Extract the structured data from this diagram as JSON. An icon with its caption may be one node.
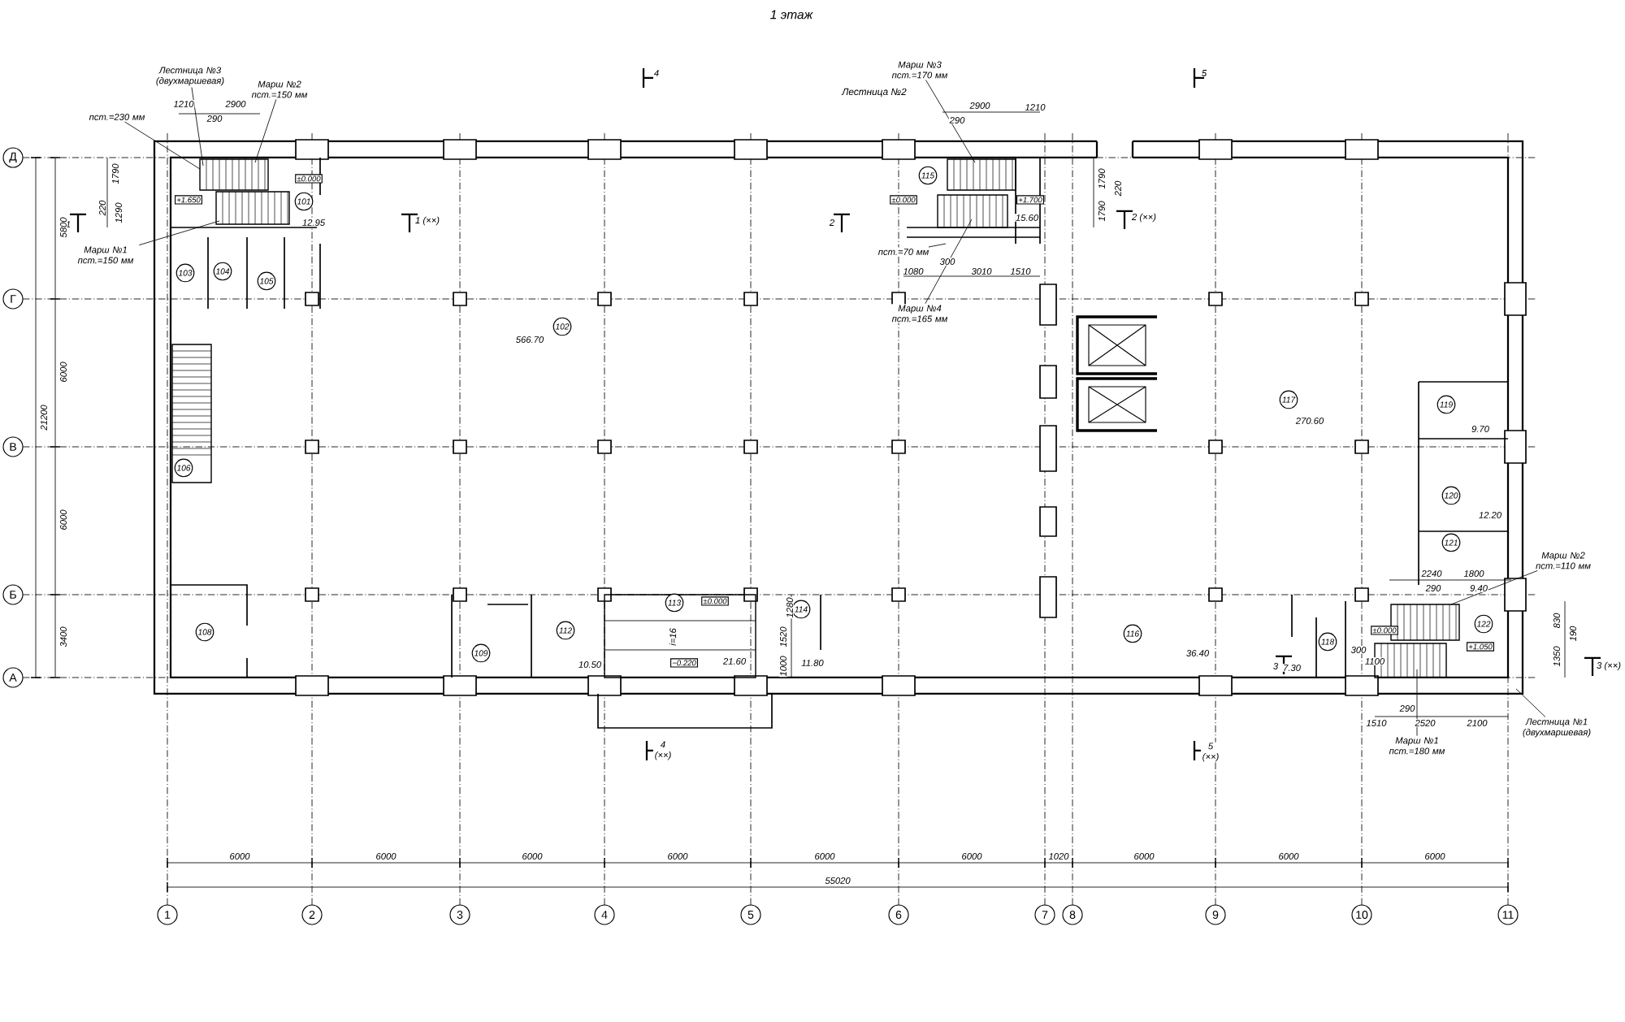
{
  "diagram": {
    "title": "1 этаж",
    "nodes": [
      {
        "text": [
          "Д"
        ]
      },
      {
        "text": [
          "Г"
        ]
      },
      {
        "text": [
          "В"
        ]
      },
      {
        "text": [
          "Б"
        ]
      },
      {
        "text": [
          "А"
        ]
      },
      {
        "text": [
          "1"
        ]
      },
      {
        "text": [
          "2"
        ]
      },
      {
        "text": [
          "3"
        ]
      },
      {
        "text": [
          "4"
        ]
      },
      {
        "text": [
          "5"
        ]
      },
      {
        "text": [
          "6"
        ]
      },
      {
        "text": [
          "7"
        ]
      },
      {
        "text": [
          "8"
        ]
      },
      {
        "text": [
          "9"
        ]
      },
      {
        "text": [
          "10"
        ]
      },
      {
        "text": [
          "11"
        ]
      },
      {
        "text": [
          "101"
        ]
      },
      {
        "text": [
          "103"
        ]
      },
      {
        "text": [
          "104"
        ]
      },
      {
        "text": [
          "105"
        ]
      },
      {
        "text": [
          "102"
        ]
      },
      {
        "text": [
          "106"
        ]
      },
      {
        "text": [
          "115"
        ]
      },
      {
        "text": [
          "117"
        ]
      },
      {
        "text": [
          "119"
        ]
      },
      {
        "text": [
          "120"
        ]
      },
      {
        "text": [
          "121"
        ]
      },
      {
        "text": [
          "108"
        ]
      },
      {
        "text": [
          "109"
        ]
      },
      {
        "text": [
          "112"
        ]
      },
      {
        "text": [
          "113"
        ]
      },
      {
        "text": [
          "114"
        ]
      },
      {
        "text": [
          "116"
        ]
      },
      {
        "text": [
          "118"
        ]
      },
      {
        "text": [
          "122"
        ]
      },
      {
        "text": [
          "±0.000"
        ]
      },
      {
        "text": [
          "+1.650"
        ]
      },
      {
        "text": [
          "±0.000"
        ]
      },
      {
        "text": [
          "+1.700"
        ]
      },
      {
        "text": [
          "±0.000"
        ]
      },
      {
        "text": [
          "−0.220"
        ]
      },
      {
        "text": [
          "±0.000"
        ]
      },
      {
        "text": [
          "+1.050"
        ]
      },
      {
        "text": [
          "Лестница №3 (двухмаршевая)"
        ]
      },
      {
        "text": [
          "Марш №2 пст.=150 мм"
        ]
      },
      {
        "text": [
          "пст.=230 мм"
        ]
      },
      {
        "text": [
          "Марш №1 пст.=150 мм"
        ]
      },
      {
        "text": [
          "Марш №3 пст.=170 мм"
        ]
      },
      {
        "text": [
          "пст.=70 мм"
        ]
      },
      {
        "text": [
          "Марш №4 пст.=165 мм"
        ]
      },
      {
        "text": [
          "Марш №2 пст.=110 мм"
        ]
      },
      {
        "text": [
          "Лестница №1 (двухмаршевая)"
        ]
      },
      {
        "text": [
          "Марш №1 пст.=180 мм"
        ]
      }
    ],
    "edges": [
      {
        "from": 43,
        "to": null,
        "arrow": "none"
      },
      {
        "from": 44,
        "to": null,
        "arrow": "none"
      },
      {
        "from": 45,
        "to": null,
        "arrow": "none"
      },
      {
        "from": 46,
        "to": null,
        "arrow": "none"
      },
      {
        "from": 47,
        "to": null,
        "arrow": "none"
      },
      {
        "from": 48,
        "to": null,
        "arrow": "none"
      },
      {
        "from": 49,
        "to": null,
        "arrow": "none"
      },
      {
        "from": 50,
        "to": null,
        "arrow": "none"
      },
      {
        "from": 51,
        "to": null,
        "arrow": "none"
      },
      {
        "from": 52,
        "to": null,
        "arrow": "none"
      }
    ],
    "labels": [
      "Лестница №2",
      "1210",
      "2900",
      "290",
      "1790",
      "220",
      "1290",
      "12.95",
      "566.70",
      "2900",
      "1210",
      "290",
      "1790",
      "220",
      "1790",
      "15.60",
      "1080",
      "300",
      "3010",
      "1510",
      "270.60",
      "9.70",
      "12.20",
      "2240",
      "1800",
      "290",
      "9.40",
      "830",
      "190",
      "1350",
      "1280",
      "i=16",
      "1520",
      "1000",
      "10.50",
      "21.60",
      "11.80",
      "36.40",
      "7.30",
      "300",
      "1100",
      "290",
      "1510",
      "2520",
      "2100",
      "4",
      "5",
      "1",
      "1 (××)",
      "2",
      "2 (××)",
      "3",
      "3 (××)",
      "4 (××)",
      "5 (××)",
      "5800",
      "21200",
      "6000",
      "6000",
      "3400",
      "6000",
      "6000",
      "6000",
      "6000",
      "6000",
      "6000",
      "1020",
      "6000",
      "6000",
      "6000",
      "55020"
    ]
  }
}
